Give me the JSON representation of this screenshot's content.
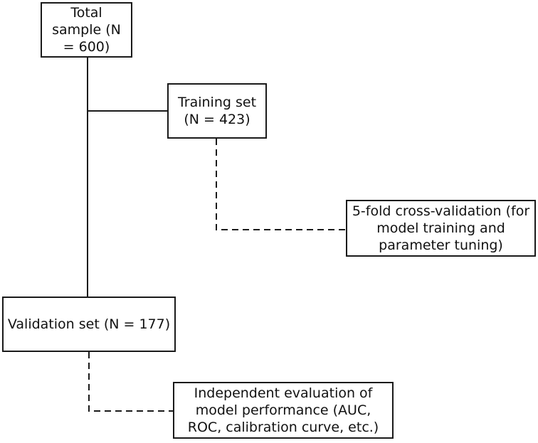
{
  "nodes": {
    "total_sample": {
      "lines": [
        "Total",
        "sample (N",
        "= 600)"
      ]
    },
    "training_set": {
      "lines": [
        "Training set",
        "(N = 423)"
      ]
    },
    "cross_validation": {
      "lines": [
        "5-fold cross-validation (for",
        "model training and",
        "parameter tuning)"
      ]
    },
    "validation_set": {
      "lines": [
        "Validation set (N = 177)"
      ]
    },
    "independent_evaluation": {
      "lines": [
        "Independent evaluation of",
        "model performance (AUC,",
        "ROC, calibration curve, etc.)"
      ]
    }
  },
  "edges": [
    {
      "from": "total_sample",
      "to": "training_set",
      "style": "solid"
    },
    {
      "from": "total_sample",
      "to": "validation_set",
      "style": "solid"
    },
    {
      "from": "training_set",
      "to": "cross_validation",
      "style": "dashed"
    },
    {
      "from": "validation_set",
      "to": "independent_evaluation",
      "style": "dashed"
    }
  ],
  "colors": {
    "line": "#1a1a1a",
    "box_border": "#1a1a1a",
    "background": "#ffffff"
  }
}
